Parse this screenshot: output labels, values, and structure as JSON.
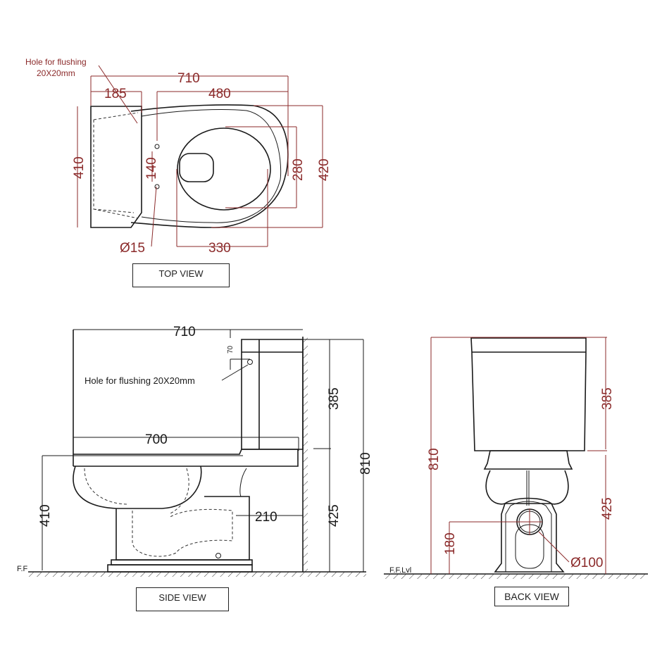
{
  "top_view": {
    "label": "TOP VIEW",
    "note_line1": "Hole for flushing",
    "note_line2": "20X20mm",
    "dims": {
      "overall_length": "710",
      "tank_depth": "185",
      "bowl_length": "480",
      "tank_width": "410",
      "bolt_spacing": "140",
      "seat_opening": "280",
      "overall_width": "420",
      "bolt_hole_dia": "Ø15",
      "bowl_opening_length": "330"
    }
  },
  "side_view": {
    "label": "SIDE VIEW",
    "note": "Hole for flushing 20X20mm",
    "floor_label": "F.F",
    "dims": {
      "overall_length": "710",
      "base_length": "700",
      "hole_offset": "70",
      "tank_height": "385",
      "overall_height": "810",
      "seat_height": "410",
      "bowl_height": "425",
      "outlet_distance": "210"
    }
  },
  "back_view": {
    "label": "BACK VIEW",
    "floor_label": "F.F.Lvl",
    "dims": {
      "overall_height": "810",
      "tank_height": "385",
      "bowl_height": "425",
      "outlet_height": "180",
      "outlet_dia": "Ø100"
    }
  },
  "colors": {
    "dimension": "#8b2a2a",
    "line": "#1a1a1a"
  }
}
